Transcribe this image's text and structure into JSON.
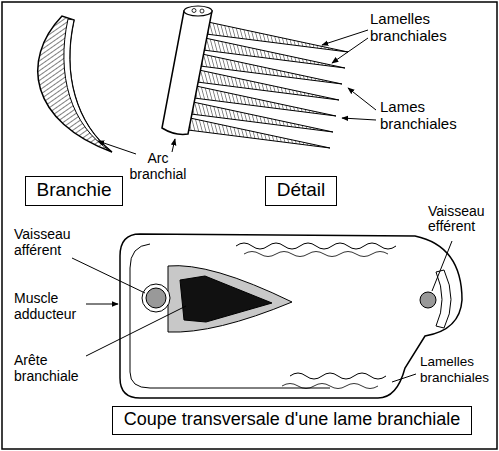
{
  "diagram": {
    "nodes": [
      {
        "text": [
          "Branchie"
        ]
      },
      {
        "text": [
          "Détail"
        ]
      },
      {
        "text": [
          "Coupe transversale d'une lame branchiale"
        ]
      }
    ],
    "labels": [
      "Lamelles branchiales",
      "Arc branchial",
      "Lames branchiales",
      "Vaisseau afférent",
      "Vaisseau efférent",
      "Muscle adducteur",
      "Arête branchiale",
      "Lamelles branchiales"
    ]
  }
}
